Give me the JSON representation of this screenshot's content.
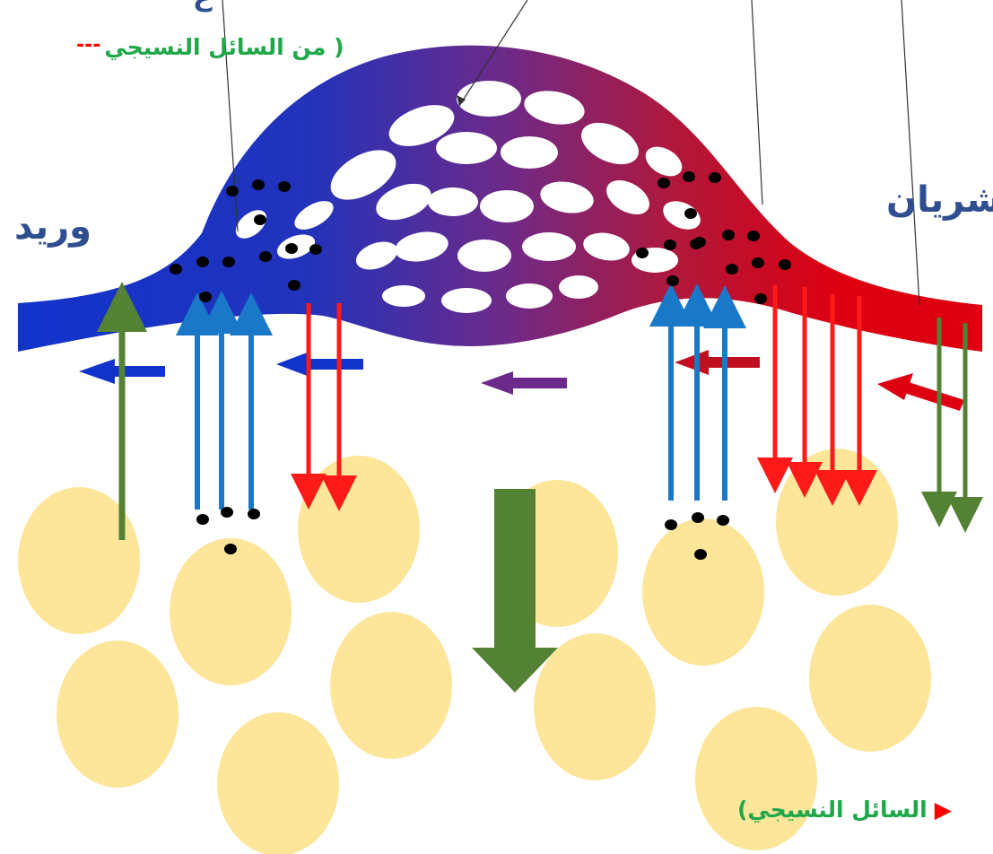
{
  "labels": {
    "vein": "وريد",
    "artery": "شريان",
    "from_tissue_fluid": "( من السائل النسيجي",
    "tissue_fluid_bottom": "السائل النسيجي)",
    "top_cut_text": "ع"
  },
  "colors": {
    "vein_blue": "#1133cc",
    "capillary_purple": "#6b2a8a",
    "artery_red": "#dd0010",
    "cell_yellow": "#fde59a",
    "up_arrow_blue": "#1a78c8",
    "down_arrow_red": "#ff1a1a",
    "green_arrow": "#548235",
    "label_blue": "#2e4e8f",
    "label_green": "#1fa84a",
    "dot_black": "#000000"
  },
  "icons": [
    "flow-direction-arrow",
    "filtration-arrow",
    "reabsorption-arrow",
    "fluid-movement-arrow",
    "dissolved-substance-dot"
  ]
}
